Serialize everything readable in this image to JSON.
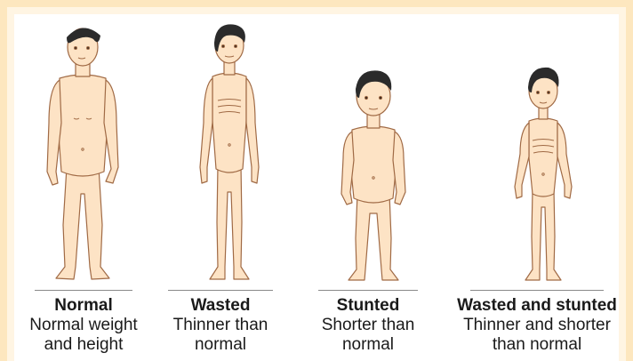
{
  "figures": [
    {
      "name": "figure-normal",
      "title": "Normal",
      "description_line1": "Normal weight",
      "description_line2": "and height"
    },
    {
      "name": "figure-wasted",
      "title": "Wasted",
      "description_line1": "Thinner than",
      "description_line2": "normal"
    },
    {
      "name": "figure-stunted",
      "title": "Stunted",
      "description_line1": "Shorter than",
      "description_line2": "normal"
    },
    {
      "name": "figure-wasted-and-stunted",
      "title": "Wasted and stunted",
      "description_line1": "Thinner and shorter",
      "description_line2": "than normal"
    }
  ],
  "colors": {
    "skin": "#fde3c5",
    "skin_outline": "#a06a45",
    "hair": "#2b2b2b",
    "background": "#fff5e3",
    "border": "#fde7bf",
    "rule": "#8a8a8a"
  }
}
